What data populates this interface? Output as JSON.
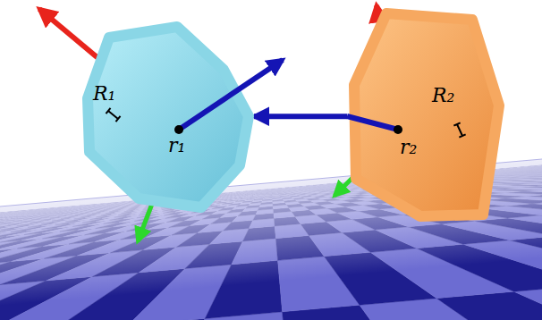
{
  "diagram": {
    "nodes": [
      {
        "text": [
          "R₁",
          "r₁"
        ]
      },
      {
        "text": [
          "R₂",
          "r₂"
        ]
      }
    ],
    "edges": [
      {
        "from": 1,
        "to": 0,
        "arrow": "to"
      }
    ]
  }
}
